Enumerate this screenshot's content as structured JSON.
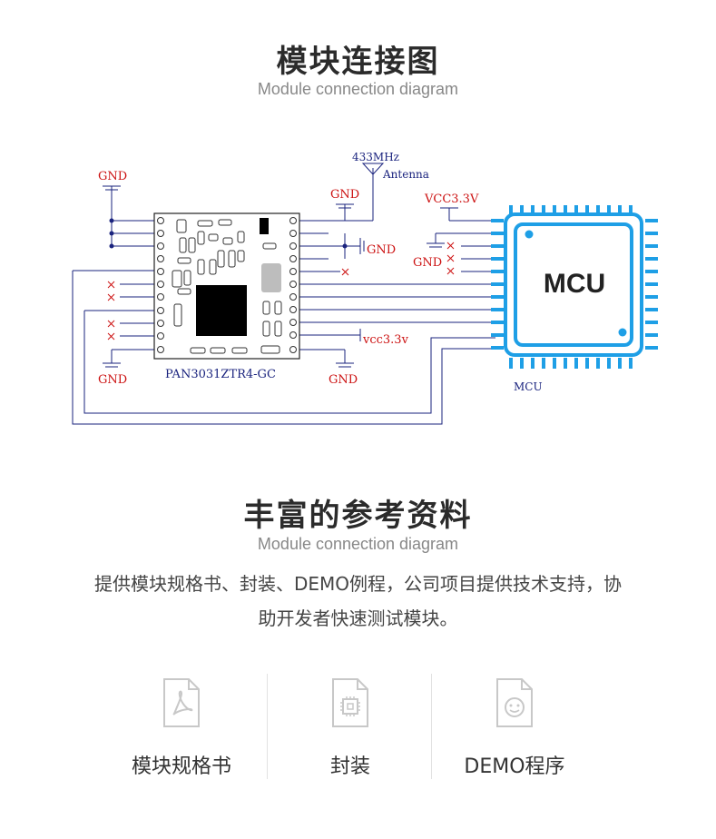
{
  "section1": {
    "title": "模块连接图",
    "subtitle": "Module connection diagram"
  },
  "diagram": {
    "module_name": "PAN3031ZTR4-GC",
    "antenna_freq": "433MHz",
    "antenna_label": "Antenna",
    "gnd_label": "GND",
    "vcc_mcu_label": "VCC3.3V",
    "vcc_module_label": "vcc3.3v",
    "mcu_chip_text": "MCU",
    "mcu_caption": "MCU",
    "colors": {
      "wire": "#1a237e",
      "power_label": "#cc1111",
      "mcu_blue": "#1e9fe6",
      "chip_black": "#000000"
    }
  },
  "section2": {
    "title": "丰富的参考资料",
    "subtitle": "Module connection diagram",
    "description_line1": "提供模块规格书、封装、DEMO例程，公司项目提供技术支持，协",
    "description_line2": "助开发者快速测试模块。"
  },
  "resources": [
    {
      "label": "模块规格书",
      "icon": "pdf-file-icon"
    },
    {
      "label": "封装",
      "icon": "chip-file-icon"
    },
    {
      "label": "DEMO程序",
      "icon": "smile-file-icon"
    }
  ]
}
